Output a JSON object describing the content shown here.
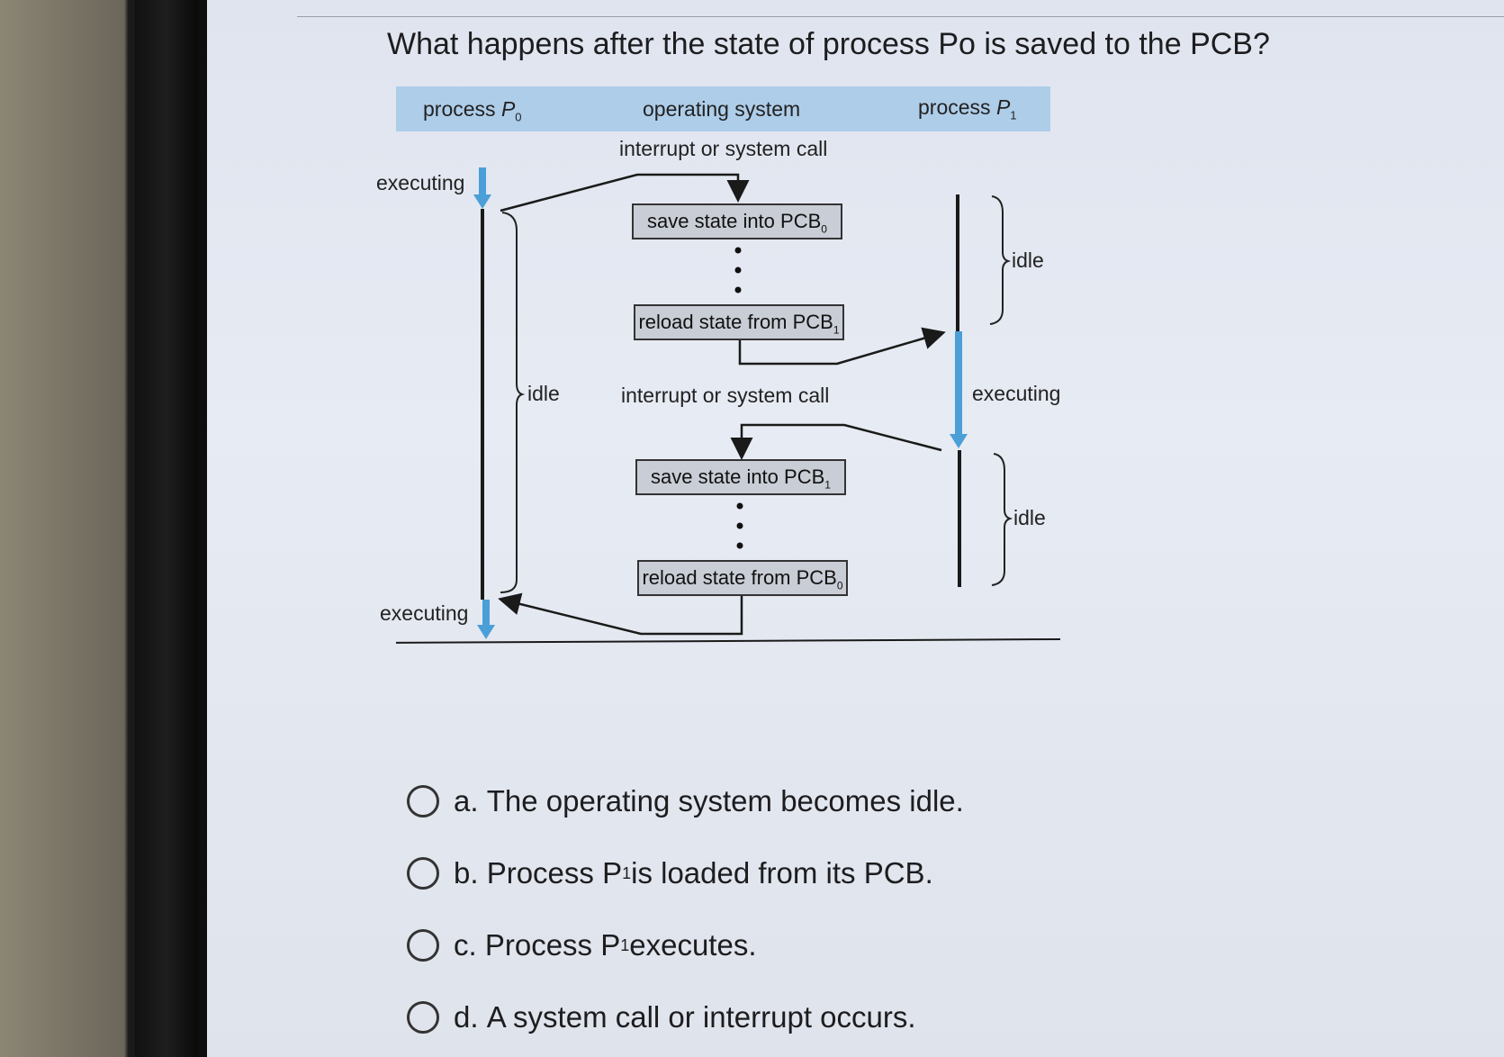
{
  "question": "What happens after the state of process Po is saved to the PCB?",
  "diagram": {
    "header": {
      "p0_label": "process",
      "p0_var": "P",
      "p0_sub": "0",
      "os_label": "operating system",
      "p1_label": "process",
      "p1_var": "P",
      "p1_sub": "1"
    },
    "interrupt_top": "interrupt or system call",
    "interrupt_mid": "interrupt or system call",
    "executing_p0_top": "executing",
    "executing_p0_bottom": "executing",
    "executing_p1": "executing",
    "idle_p0": "idle",
    "idle_p1_top": "idle",
    "idle_p1_bottom": "idle",
    "box_save0": "save state into PCB",
    "box_save0_sub": "0",
    "box_reload1": "reload state from PCB",
    "box_reload1_sub": "1",
    "box_save1": "save state into PCB",
    "box_save1_sub": "1",
    "box_reload0": "reload state from PCB",
    "box_reload0_sub": "0",
    "colors": {
      "header_band": "#aecde9",
      "arrow_blue": "#4a9fd8",
      "line": "#1a1a1a"
    }
  },
  "options": [
    {
      "letter": "a.",
      "text": "The operating system becomes idle.",
      "pre": "",
      "sub": "",
      "post": ""
    },
    {
      "letter": "b.",
      "text": "",
      "pre": "Process P",
      "sub": "1",
      "post": " is loaded from its PCB."
    },
    {
      "letter": "c.",
      "text": "",
      "pre": "Process P",
      "sub": "1",
      "post": " executes."
    },
    {
      "letter": "d.",
      "text": "A system call or interrupt occurs.",
      "pre": "",
      "sub": "",
      "post": ""
    }
  ]
}
